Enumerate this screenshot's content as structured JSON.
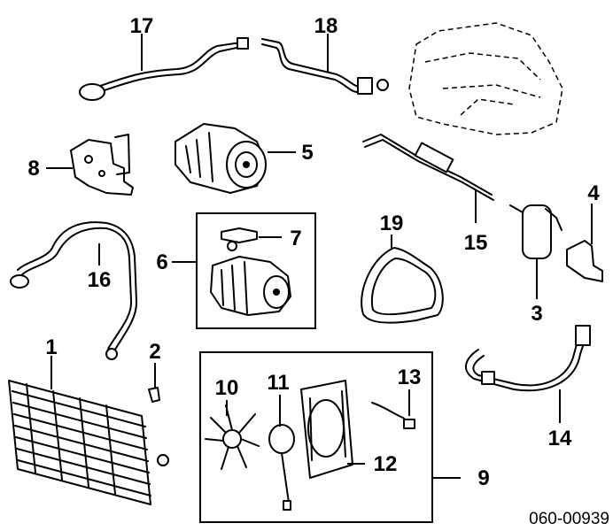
{
  "diagram": {
    "callouts": {
      "c1": "1",
      "c2": "2",
      "c3": "3",
      "c4": "4",
      "c5": "5",
      "c6": "6",
      "c7": "7",
      "c8": "8",
      "c9": "9",
      "c10": "10",
      "c11": "11",
      "c12": "12",
      "c13": "13",
      "c14": "14",
      "c15": "15",
      "c16": "16",
      "c17": "17",
      "c18": "18",
      "c19": "19"
    },
    "figure_code": "060-00939"
  }
}
